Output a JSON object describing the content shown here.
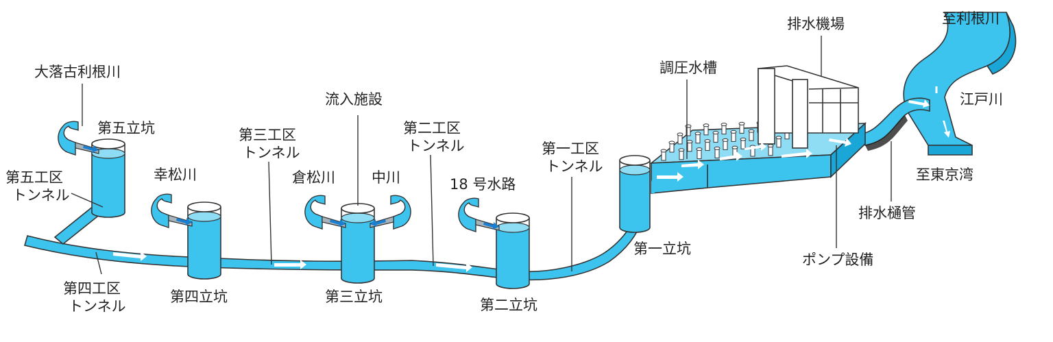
{
  "labels": {
    "ohotoshi_furutone": "大落古利根川",
    "shaft5": "第五立坑",
    "zone5_tunnel_1": "第五工区",
    "zone5_tunnel_2": "トンネル",
    "koumatsu": "幸松川",
    "zone4_tunnel_1": "第四工区",
    "zone4_tunnel_2": "トンネル",
    "shaft4": "第四立坑",
    "zone3_tunnel_1": "第三工区",
    "zone3_tunnel_2": "トンネル",
    "inflow_facility": "流入施設",
    "kuramatsu": "倉松川",
    "nakagawa": "中川",
    "shaft3": "第三立坑",
    "zone2_tunnel_1": "第二工区",
    "zone2_tunnel_2": "トンネル",
    "waterway18": "18 号水路",
    "shaft2": "第二立坑",
    "zone1_tunnel_1": "第一工区",
    "zone1_tunnel_2": "トンネル",
    "shaft1": "第一立坑",
    "surge_tank": "調圧水槽",
    "pump_station": "排水機場",
    "pump_facility": "ポンプ設備",
    "drain_pipe": "排水樋管",
    "to_tone": "至利根川",
    "edogawa": "江戸川",
    "to_tokyo_bay": "至東京湾"
  },
  "colors": {
    "water": "#3cc3ee",
    "water_light": "#8fdcf5",
    "water_dark": "#1aa7d8",
    "outline": "#333333",
    "text": "#222222",
    "flow_arrow": "#ffffff",
    "inlet_arrow": "#1a7fd0",
    "river_gray": "#a9b4ba"
  }
}
